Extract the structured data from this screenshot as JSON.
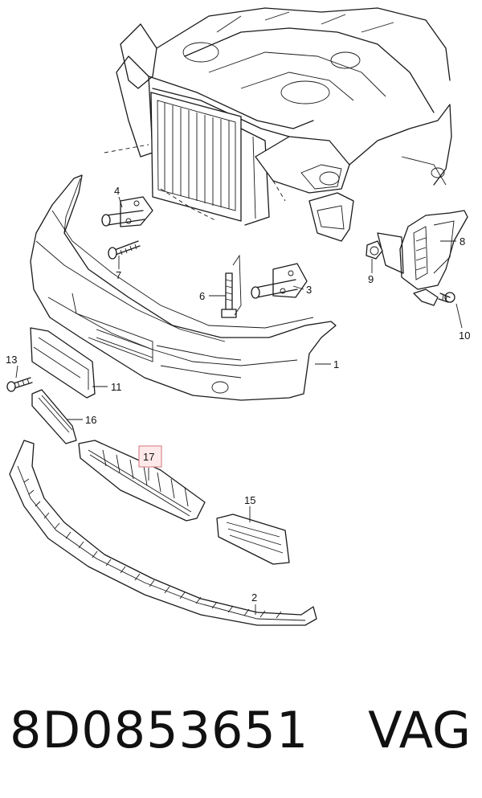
{
  "diagram": {
    "callouts": [
      {
        "id": "c1",
        "label": "1"
      },
      {
        "id": "c2",
        "label": "2"
      },
      {
        "id": "c3",
        "label": "3"
      },
      {
        "id": "c4",
        "label": "4"
      },
      {
        "id": "c6",
        "label": "6"
      },
      {
        "id": "c7",
        "label": "7"
      },
      {
        "id": "c8",
        "label": "8"
      },
      {
        "id": "c9",
        "label": "9"
      },
      {
        "id": "c10",
        "label": "10"
      },
      {
        "id": "c11",
        "label": "11"
      },
      {
        "id": "c13",
        "label": "13"
      },
      {
        "id": "c15",
        "label": "15"
      },
      {
        "id": "c16",
        "label": "16"
      },
      {
        "id": "c17",
        "label": "17"
      }
    ],
    "highlighted_callout": "17",
    "highlight_color": "#d98a8f"
  },
  "footer": {
    "part_number": "8D0853651",
    "brand": "VAG"
  }
}
